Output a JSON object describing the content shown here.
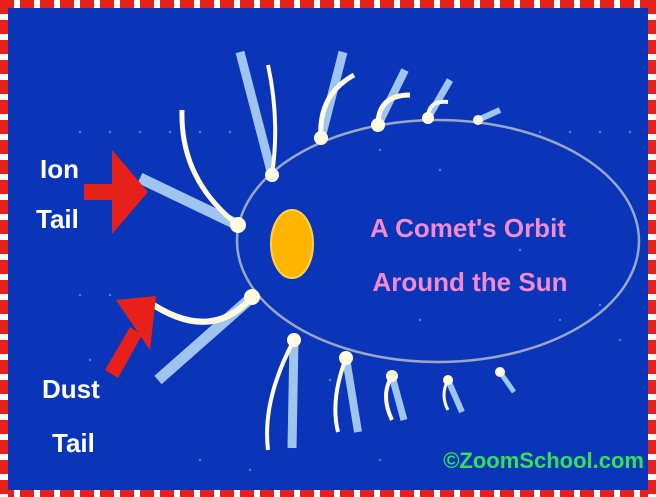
{
  "labels": {
    "ion": "Ion",
    "ion_tail": "Tail",
    "dust": "Dust",
    "dust_tail": "Tail",
    "title_line1": "A Comet's Orbit",
    "title_line2": "Around the Sun",
    "credit": "©ZoomSchool.com"
  },
  "colors": {
    "background": "#0a35b8",
    "border_red": "#e8201a",
    "sun": "#ffb400",
    "orbit": "#9aa6c8",
    "ion_tail": "#9fc4f0",
    "dust_tail": "#fffbe0",
    "arrow": "#e8201a",
    "title_text": "#f28ad0",
    "credit_text": "#33e05a",
    "label_text": "#ffffff"
  }
}
